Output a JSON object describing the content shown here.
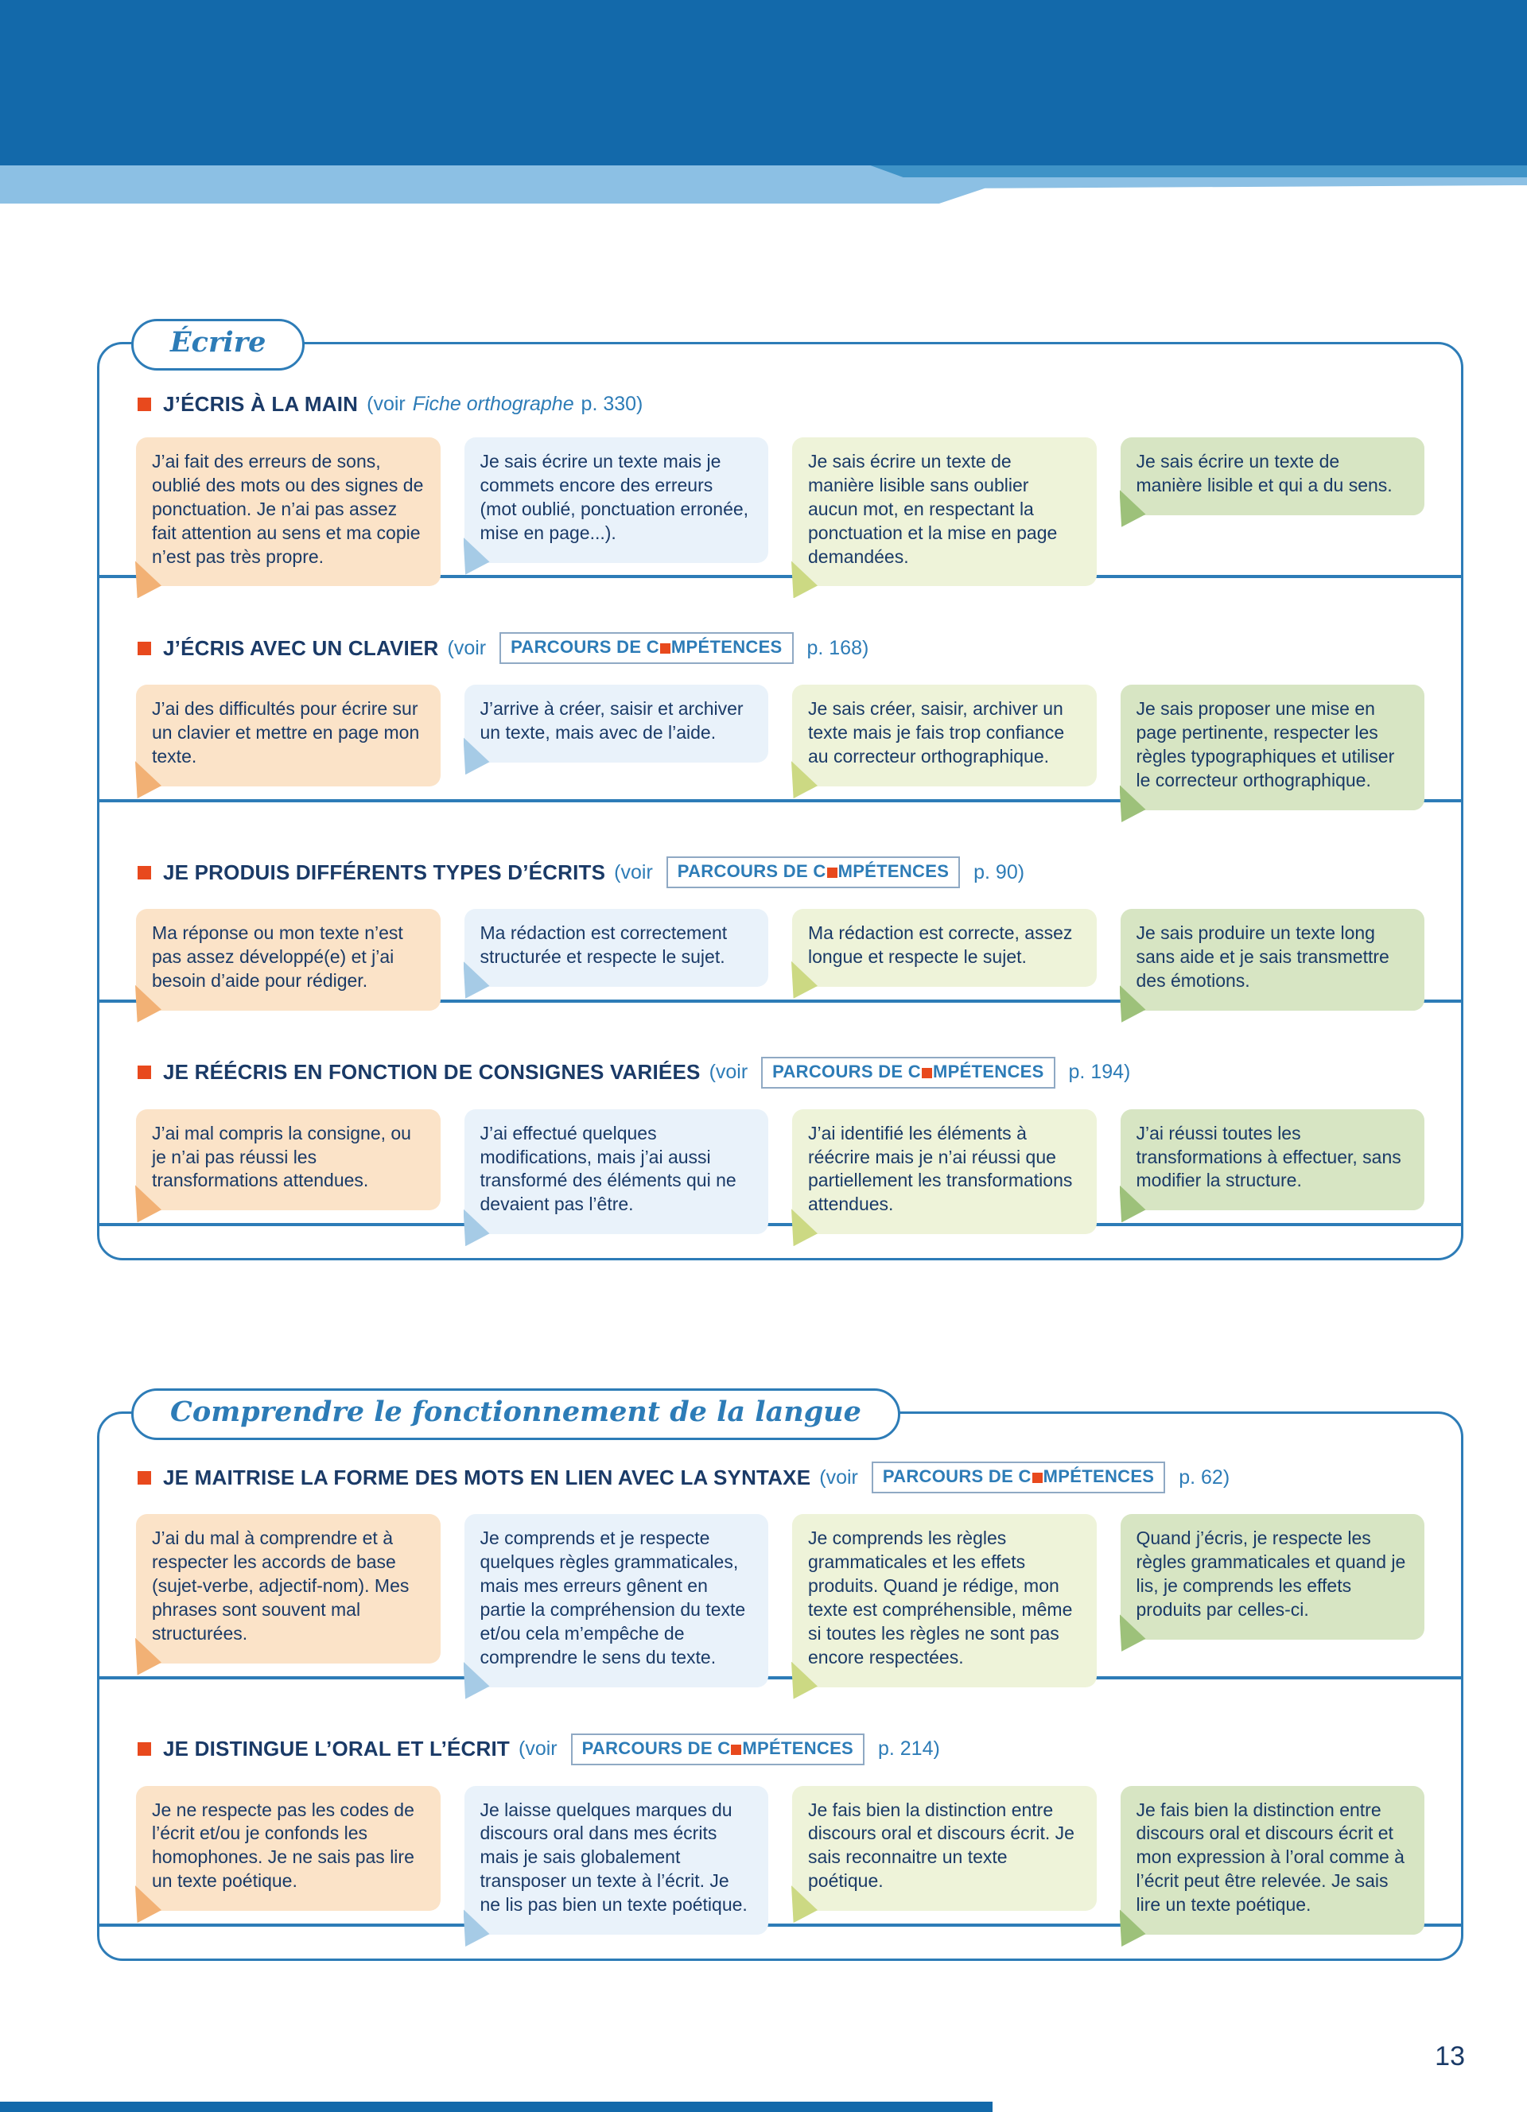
{
  "page": {
    "number": "13"
  },
  "colors": {
    "band_blue": "#1369aa",
    "stripe_blue": "#8cc0e4",
    "accent_blue": "#2d7cb7",
    "navy_text": "#1a3a67",
    "red_orange": "#e8491d",
    "level1_bg": "#fbe3c8",
    "level2_bg": "#e9f2fa",
    "level3_bg": "#eef3d9",
    "level4_bg": "#d7e5c3"
  },
  "strings": {
    "voir_open": "(voir",
    "close": ")",
    "parcours_pre": "PARCOURS DE C",
    "parcours_post": "MPÉTENCES"
  },
  "sections": [
    {
      "label": "Écrire",
      "subsections": [
        {
          "title": "J’ÉCRIS À LA MAIN",
          "ref": {
            "kind": "fiche",
            "label": "Fiche orthographe",
            "page": "p. 330"
          },
          "cards": [
            "J’ai fait des erreurs de sons, oublié des mots ou des signes de ponctuation. Je n’ai pas assez fait attention au sens et ma copie n’est pas très propre.",
            "Je sais écrire un texte mais je commets encore des erreurs (mot oublié, ponctuation erronée, mise en page...).",
            "Je sais écrire un texte de manière lisible sans oublier aucun mot, en respectant la ponctuation et la mise en page demandées.",
            "Je sais écrire un texte de manière lisible et qui a du sens."
          ]
        },
        {
          "title": "J’ÉCRIS AVEC UN CLAVIER",
          "ref": {
            "kind": "parcours",
            "page": "p. 168"
          },
          "cards": [
            "J’ai des difficultés pour écrire sur un clavier et mettre en page mon texte.",
            "J’arrive à créer, saisir et archiver un texte, mais avec de l’aide.",
            "Je sais créer, saisir, archiver un texte mais je fais trop confiance au correcteur orthographique.",
            "Je sais proposer une mise en page pertinente, respecter les règles typographiques et utiliser le correcteur orthographique."
          ]
        },
        {
          "title": "JE PRODUIS DIFFÉRENTS TYPES D’ÉCRITS",
          "ref": {
            "kind": "parcours",
            "page": "p. 90"
          },
          "cards": [
            "Ma réponse ou mon texte n’est pas assez développé(e) et j’ai besoin d’aide pour rédiger.",
            "Ma rédaction est correctement structurée et respecte le sujet.",
            "Ma rédaction est correcte, assez longue et respecte le sujet.",
            "Je sais produire un texte long sans aide et je sais transmettre des émotions."
          ]
        },
        {
          "title": "JE RÉÉCRIS EN FONCTION DE CONSIGNES VARIÉES",
          "ref": {
            "kind": "parcours",
            "page": "p. 194"
          },
          "cards": [
            "J’ai mal compris la consigne, ou je n’ai pas réussi les transformations attendues.",
            "J’ai effectué quelques modifications, mais j’ai aussi transformé des éléments qui ne devaient pas l’être.",
            "J’ai identifié les éléments à réécrire mais je n’ai réussi que partiellement les transformations attendues.",
            "J’ai réussi toutes les transformations à effectuer, sans modifier la structure."
          ]
        }
      ]
    },
    {
      "label": "Comprendre le fonctionnement de la langue",
      "subsections": [
        {
          "title": "JE MAITRISE LA FORME DES MOTS EN LIEN AVEC LA SYNTAXE",
          "ref": {
            "kind": "parcours",
            "page": "p. 62"
          },
          "cards": [
            "J’ai du mal à comprendre et à respecter les accords de base (sujet-verbe, adjectif-nom). Mes phrases sont souvent mal structurées.",
            "Je comprends et je respecte quelques règles grammaticales, mais mes erreurs gênent en partie la compréhension du texte et/ou cela m’empêche de comprendre le sens du texte.",
            "Je comprends les règles grammaticales et les effets produits. Quand je rédige, mon texte est compréhensible, même si toutes les règles ne sont pas encore respectées.",
            "Quand j’écris, je respecte les règles grammaticales et quand je lis, je comprends les effets produits par celles-ci."
          ]
        },
        {
          "title": "JE DISTINGUE L’ORAL ET L’ÉCRIT",
          "ref": {
            "kind": "parcours",
            "page": "p. 214"
          },
          "cards": [
            "Je ne respecte pas les codes de l’écrit et/ou je confonds les homophones. Je ne sais pas lire un texte poétique.",
            "Je laisse quelques marques du discours oral dans mes écrits mais je sais globalement transposer un texte à l’écrit. Je ne lis pas bien un texte poétique.",
            "Je fais bien la distinction entre discours oral et discours écrit. Je sais reconnaitre un texte poétique.",
            "Je fais bien la distinction entre discours oral et discours écrit et mon expression à l’oral comme à l’écrit peut être relevée. Je sais lire un texte poétique."
          ]
        }
      ]
    }
  ]
}
